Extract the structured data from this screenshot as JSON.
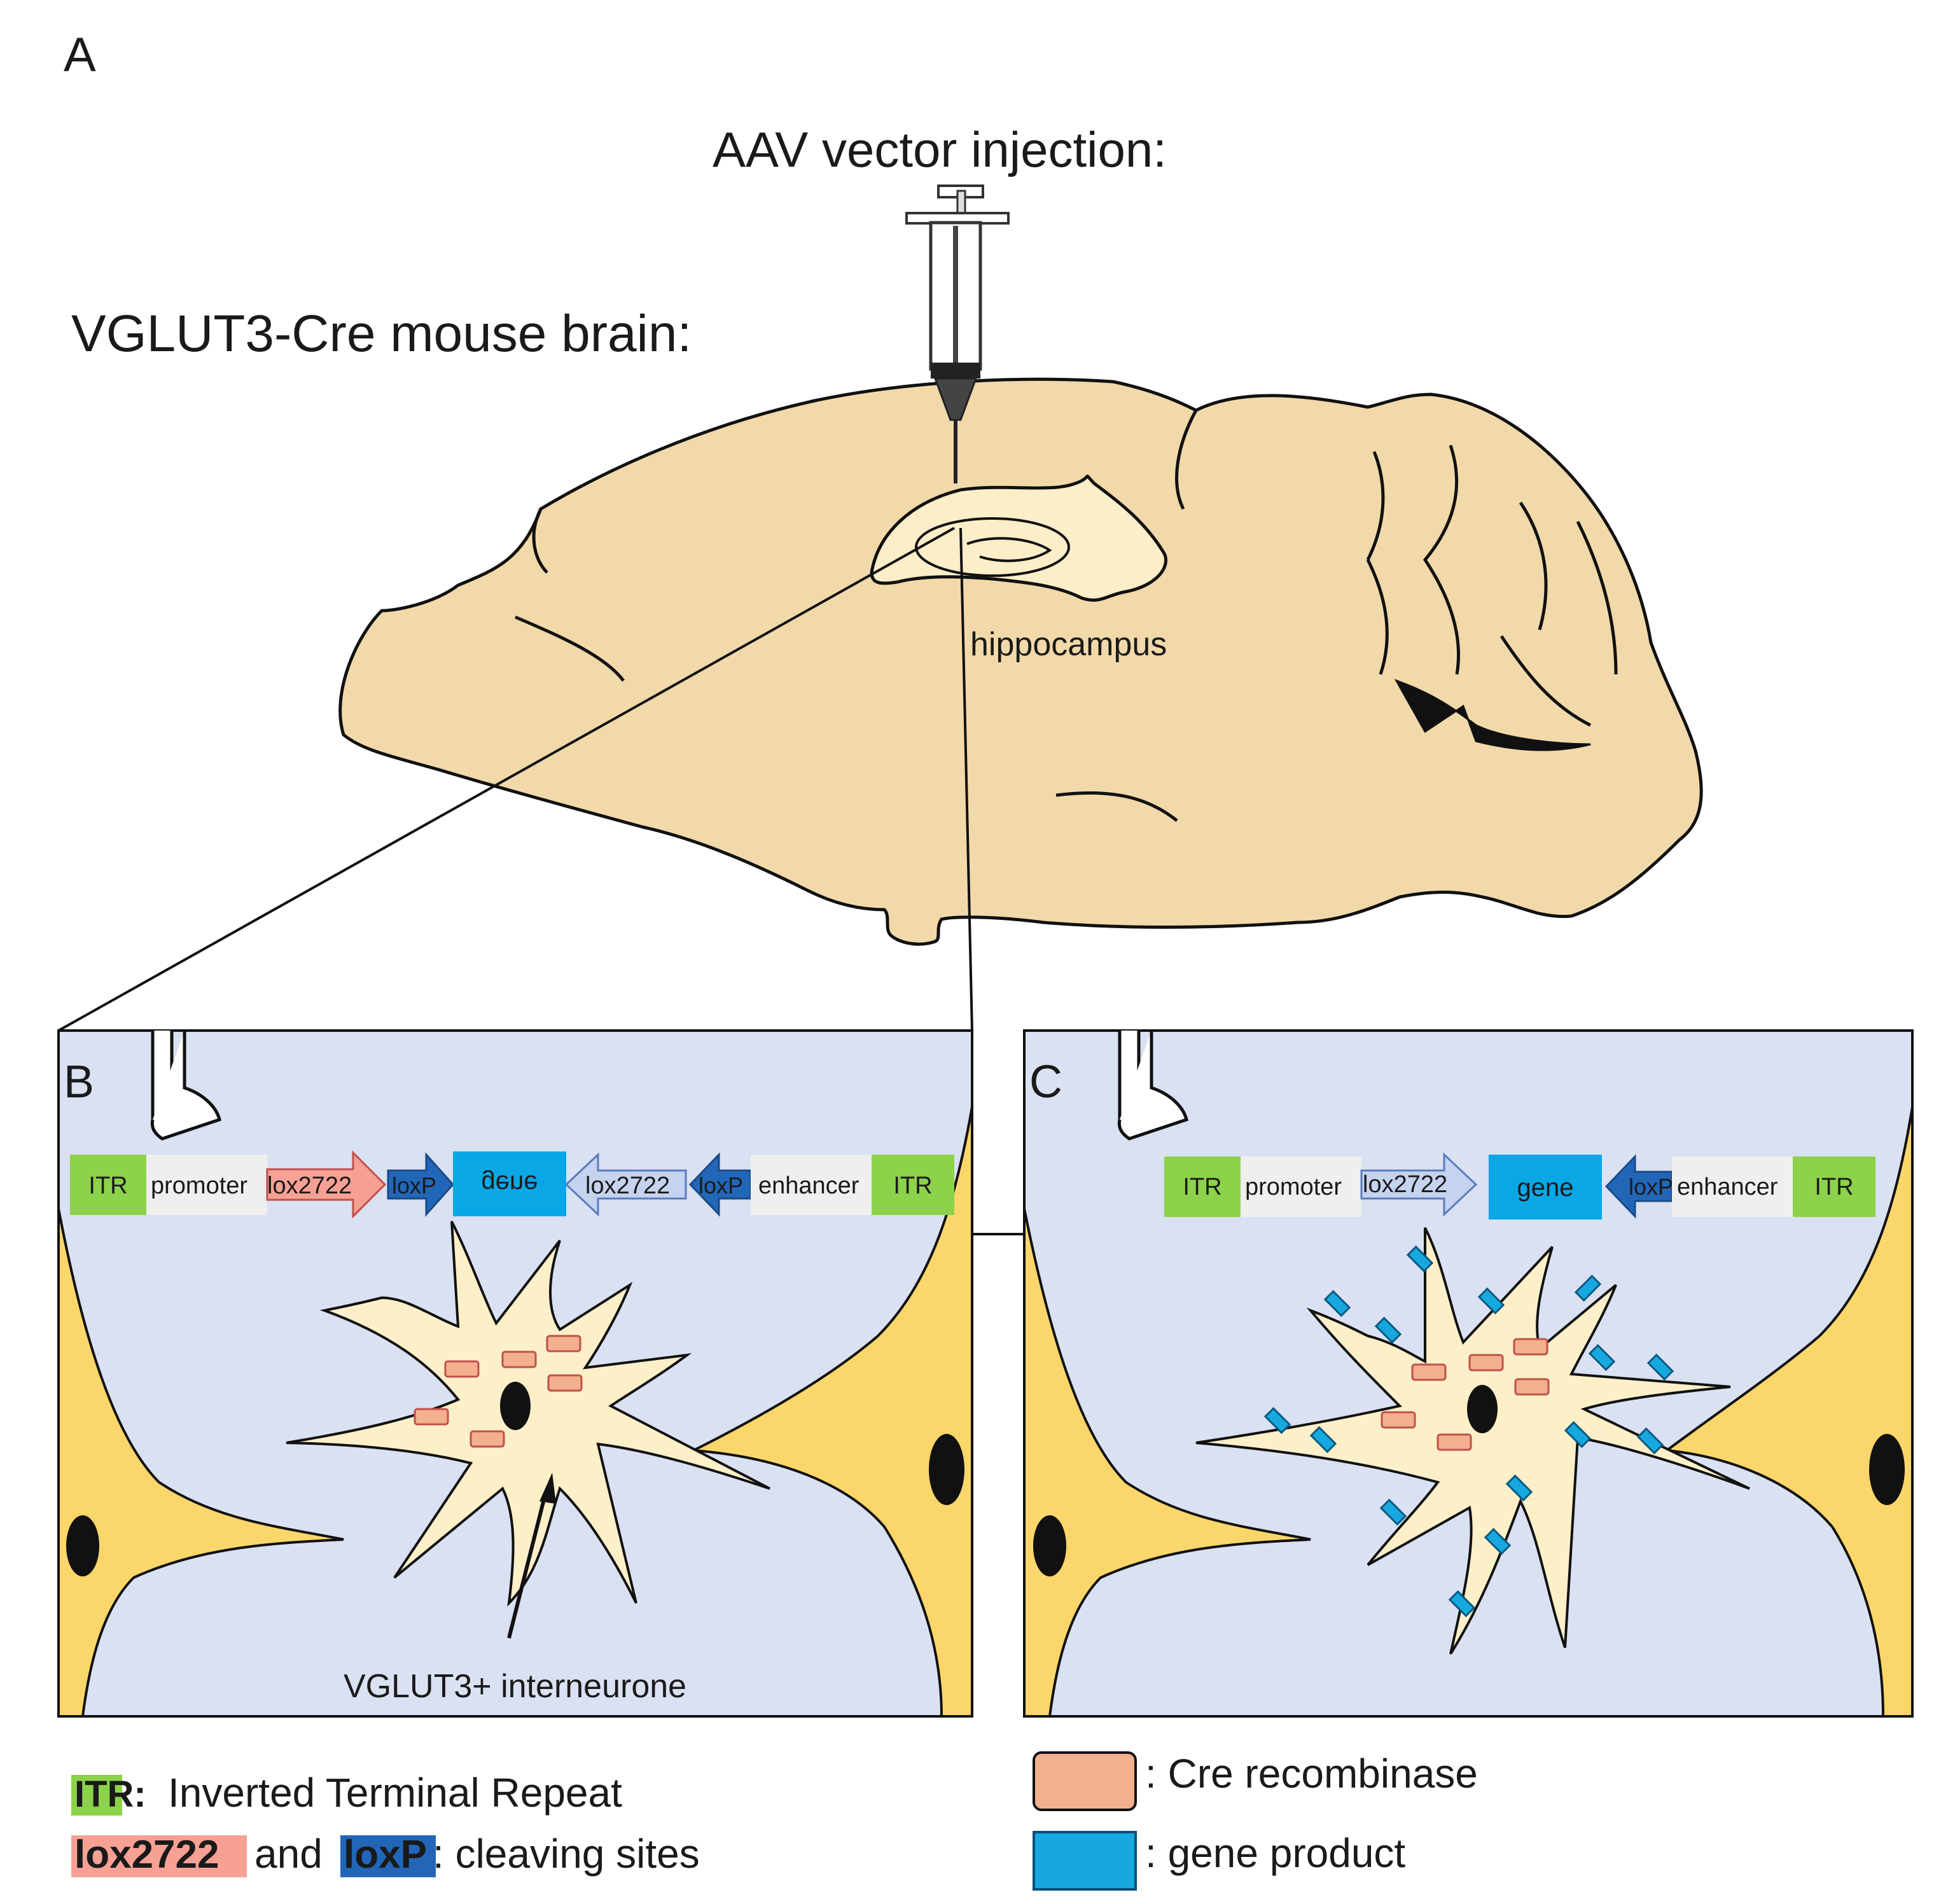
{
  "panel_labels": {
    "a": "A",
    "b": "B",
    "c": "C"
  },
  "top": {
    "injection_title": "AAV vector injection:",
    "brain_title": "VGLUT3-Cre mouse brain:",
    "hippocampus_label": "hippocampus"
  },
  "panel_b": {
    "construct": [
      {
        "name": "itr-left",
        "label": "ITR"
      },
      {
        "name": "promoter",
        "label": "promoter"
      },
      {
        "name": "lox2722-a",
        "label": "lox2722"
      },
      {
        "name": "loxp-a",
        "label": "loxP"
      },
      {
        "name": "gene-inverted",
        "label": "gene"
      },
      {
        "name": "lox2722-b",
        "label": "lox2722"
      },
      {
        "name": "loxp-b",
        "label": "loxP"
      },
      {
        "name": "enhancer",
        "label": "enhancer"
      },
      {
        "name": "itr-right",
        "label": "ITR"
      }
    ],
    "cell_label": "VGLUT3+ interneurone"
  },
  "panel_c": {
    "construct": [
      {
        "name": "itr-left",
        "label": "ITR"
      },
      {
        "name": "promoter",
        "label": "promoter"
      },
      {
        "name": "lox2722",
        "label": "lox2722"
      },
      {
        "name": "gene",
        "label": "gene"
      },
      {
        "name": "loxp",
        "label": "loxP"
      },
      {
        "name": "enhancer",
        "label": "enhancer"
      },
      {
        "name": "itr-right",
        "label": "ITR"
      }
    ]
  },
  "legend": {
    "itr_key": "ITR:",
    "itr_text": "Inverted Terminal Repeat",
    "lox2722_key": "lox2722",
    "and_text": "and",
    "loxp_key": "loxP",
    "cleaving_text": ": cleaving sites",
    "cre_text": ": Cre recombinase",
    "gene_product_text": ": gene product"
  },
  "colors": {
    "brain": "#f2d9aa",
    "hippocampus": "#fbeec8",
    "panel_bg": "#dae1f2",
    "neuron_yellow": "#fbd66a",
    "interneuron": "#fdefc8",
    "itr_green": "#8cd24a",
    "segment_grey": "#efefef",
    "lox2722_salmon": "#f7a194",
    "lox2722_pale": "#c6d3ef",
    "loxp_blue": "#2266b8",
    "gene_cyan": "#0aa7e6",
    "cre_orange": "#f3b08c",
    "gene_product": "#17a8e0"
  }
}
